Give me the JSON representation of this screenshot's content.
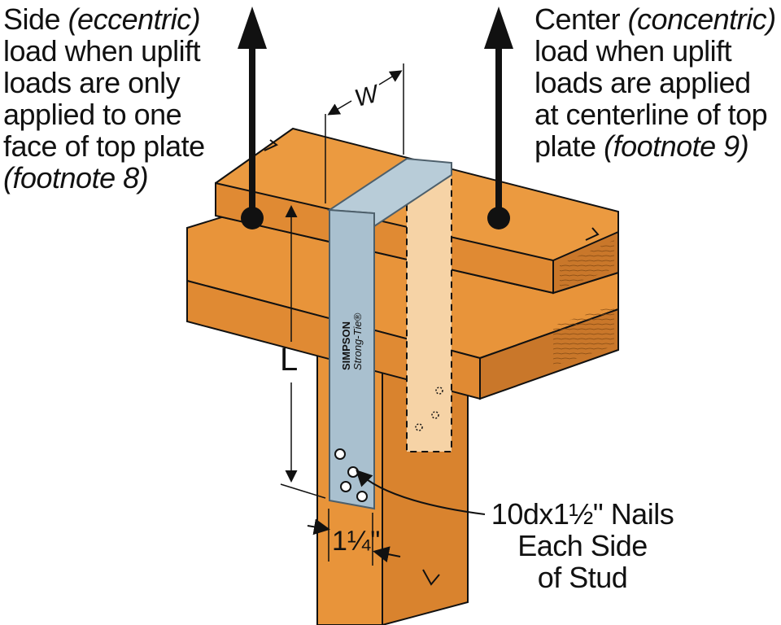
{
  "left_note": {
    "line1_plain": "Side ",
    "line1_em": "(eccentric)",
    "line2": "load when uplift",
    "line3": "loads are only",
    "line4": "applied to one",
    "line5": "face of top plate",
    "line6_em": "(footnote 8)"
  },
  "right_note": {
    "line1_plain": "Center ",
    "line1_em": "(concentric)",
    "line2": "load when uplift",
    "line3": "loads are applied",
    "line4": "at centerline of top",
    "line5_plain": "plate ",
    "line5_em": "(footnote 9)"
  },
  "nails_note": {
    "line1": "10dx1½\" Nails",
    "line2": "Each Side",
    "line3": "of Stud"
  },
  "dimensions": {
    "width_label": "W",
    "length_label": "L",
    "stud_offset_label": "1¼\""
  },
  "strap": {
    "brand_line1": "SIMPSON",
    "brand_line2": "Strong-Tie®"
  },
  "colors": {
    "wood": "#e8943a",
    "wood_dark": "#c9772a",
    "wood_shadow": "#b56a22",
    "strap": "#a9c0cf",
    "strap_edge": "#4d5f6b",
    "ink": "#111111"
  }
}
